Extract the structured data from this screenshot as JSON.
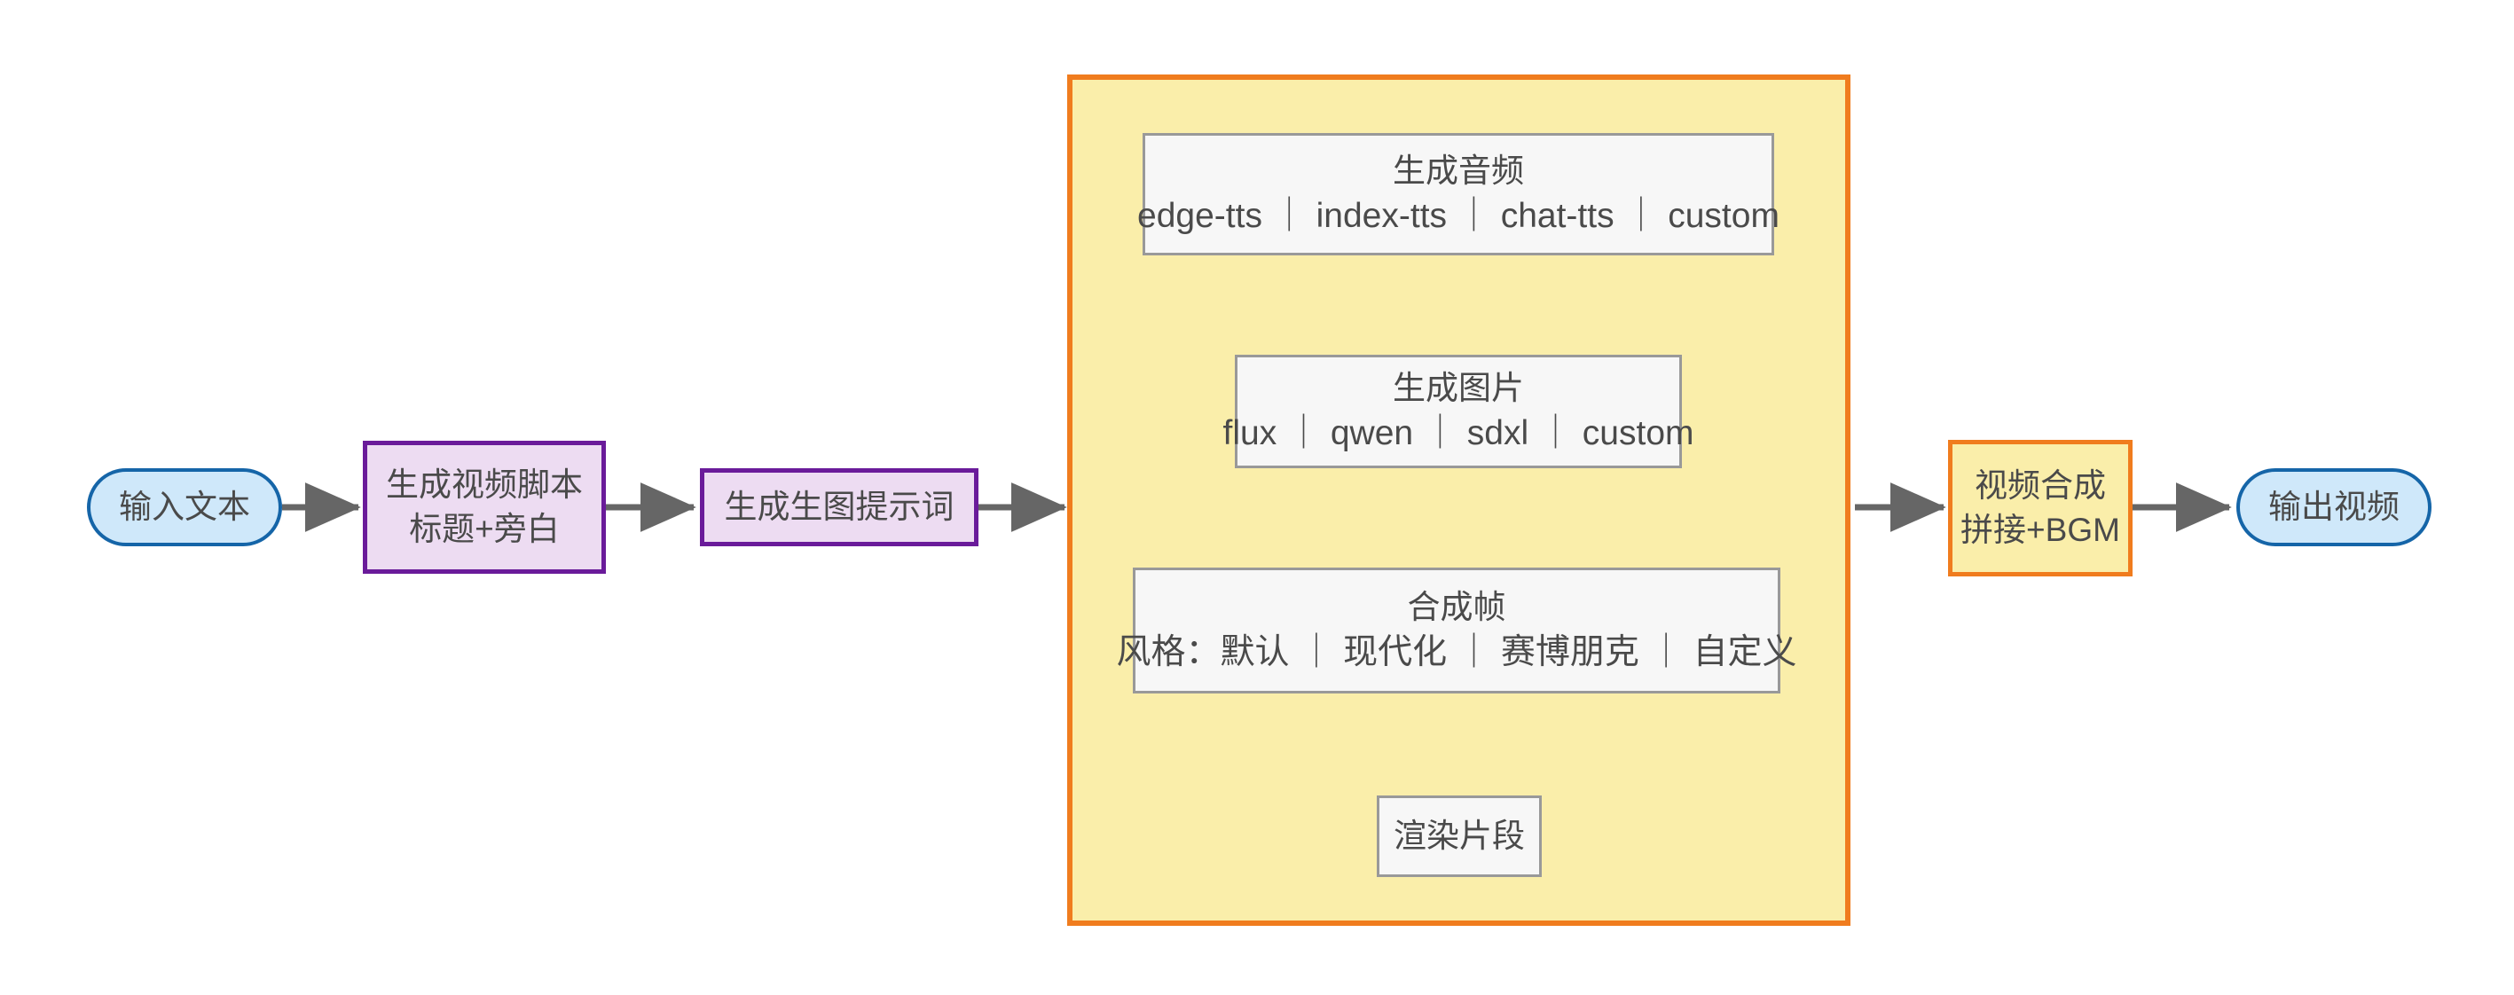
{
  "diagram": {
    "type": "flowchart",
    "direction": "left-to-right",
    "background": "#ffffff"
  },
  "palette": {
    "terminator_fill": "#cfe8fa",
    "terminator_stroke": "#1565a8",
    "process_fill": "#eddcf2",
    "process_stroke": "#6a1b9a",
    "group_fill": "#faeeaa",
    "group_stroke": "#f07c1e",
    "plain_fill": "#f7f7f7",
    "plain_stroke": "#999999",
    "edge_color": "#666666",
    "text_color": "#4a4a4a"
  },
  "nodes": {
    "input_text": {
      "id": "input-text",
      "shape": "stadium",
      "lines": [
        "输入文本"
      ]
    },
    "generate_script": {
      "id": "generate-script",
      "shape": "rect",
      "lines": [
        "生成视频脚本",
        "标题+旁白"
      ]
    },
    "generate_prompt": {
      "id": "generate-image-prompt",
      "shape": "rect",
      "lines": [
        "生成生图提示词"
      ]
    },
    "generate_audio": {
      "id": "generate-audio",
      "shape": "rect",
      "lines": [
        "生成音频",
        "edge-tts ｜ index-tts ｜ chat-tts ｜ custom"
      ],
      "options": [
        "edge-tts",
        "index-tts",
        "chat-tts",
        "custom"
      ]
    },
    "generate_image": {
      "id": "generate-image",
      "shape": "rect",
      "lines": [
        "生成图片",
        "flux ｜ qwen ｜ sdxl ｜ custom"
      ],
      "options": [
        "flux",
        "qwen",
        "sdxl",
        "custom"
      ]
    },
    "compose_frame": {
      "id": "compose-frame",
      "shape": "rect",
      "lines": [
        "合成帧",
        "风格：默认 ｜ 现代化 ｜ 赛博朋克 ｜ 自定义"
      ],
      "option_label": "风格：",
      "options": [
        "默认",
        "现代化",
        "赛博朋克",
        "自定义"
      ]
    },
    "render_clip": {
      "id": "render-clip",
      "shape": "rect",
      "lines": [
        "渲染片段"
      ]
    },
    "video_compose": {
      "id": "video-compose",
      "shape": "rect",
      "lines": [
        "视频合成",
        "拼接+BGM"
      ]
    },
    "output_video": {
      "id": "output-video",
      "shape": "stadium",
      "lines": [
        "输出视频"
      ]
    }
  },
  "edges": [
    {
      "from": "input_text",
      "to": "generate_script",
      "orientation": "horizontal"
    },
    {
      "from": "generate_script",
      "to": "generate_prompt",
      "orientation": "horizontal"
    },
    {
      "from": "generate_prompt",
      "to": "pipeline_group",
      "orientation": "horizontal"
    },
    {
      "from": "generate_audio",
      "to": "generate_image",
      "orientation": "vertical"
    },
    {
      "from": "generate_image",
      "to": "compose_frame",
      "orientation": "vertical"
    },
    {
      "from": "compose_frame",
      "to": "render_clip",
      "orientation": "vertical"
    },
    {
      "from": "pipeline_group",
      "to": "video_compose",
      "orientation": "horizontal"
    },
    {
      "from": "video_compose",
      "to": "output_video",
      "orientation": "horizontal"
    }
  ]
}
